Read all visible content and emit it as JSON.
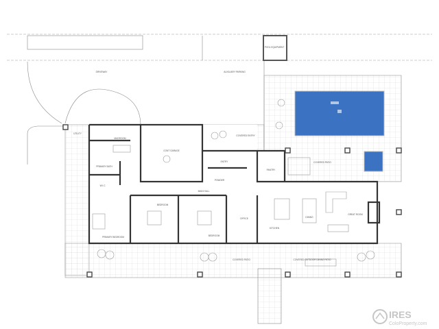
{
  "plan": {
    "site_labels": {
      "driveway": "DRIVEWAY",
      "auxiliary_parking": "AUXILIARY PARKING",
      "pool_equipment": "POOL EQUIPMENT",
      "covered_entry": "COVERED ENTRY",
      "covered_patio_upper": "COVERED PATIO",
      "covered_patio_lower": "COVERED PATIO",
      "outdoor_dining": "COVERED OUTDOOR DINING PATIO"
    },
    "rooms": {
      "utility": "UTILITY",
      "mudroom": "MUDROOM",
      "primary_bath": "PRIMARY BATH",
      "wic": "W.I.C.",
      "garage": "CONT GARAGE",
      "entry": "ENTRY",
      "powder": "POWDER",
      "main_hall": "MAIN HALL",
      "primary_bedroom": "PRIMARY BEDROOM",
      "bedroom_1": "BEDROOM",
      "bedroom_2": "BEDROOM",
      "office": "OFFICE",
      "pantry": "PANTRY",
      "kitchen": "KITCHEN",
      "dining": "DINING",
      "great_room": "GREAT ROOM"
    },
    "colors": {
      "pool": "#3b73c2",
      "wall": "#333333",
      "grid": "#d6d6d6"
    }
  },
  "watermark": {
    "brand": "IRES",
    "site": "ColoProperty.com"
  }
}
